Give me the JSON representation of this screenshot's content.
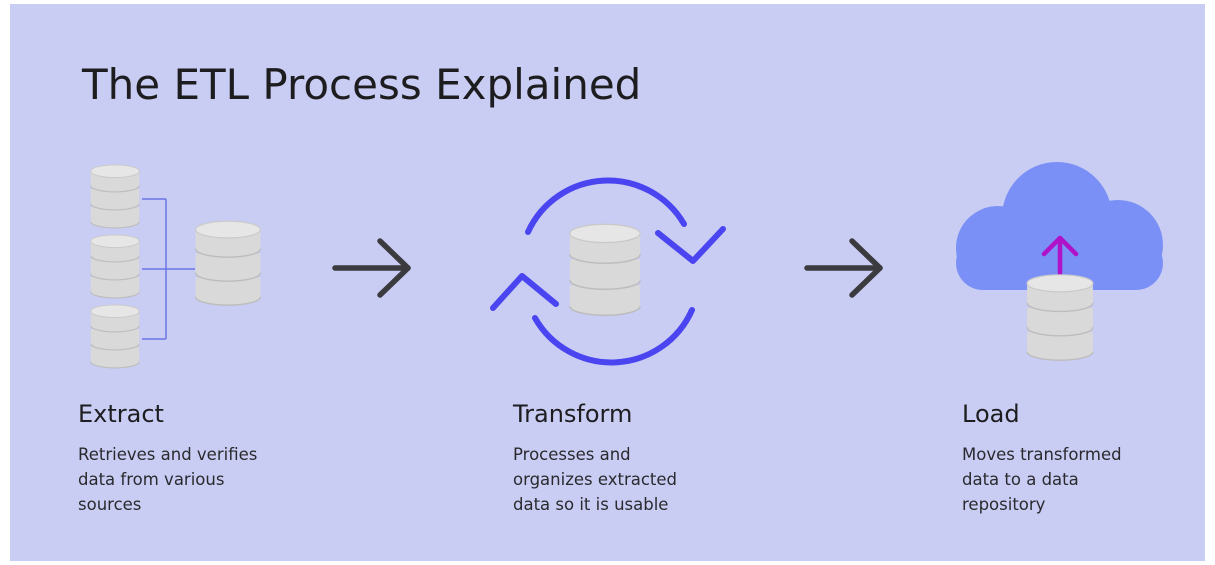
{
  "title": "The ETL Process Explained",
  "steps": [
    {
      "name": "Extract",
      "description_lines": [
        "Retrieves and verifies",
        "data from various",
        "sources"
      ],
      "icon": "database-merge-icon"
    },
    {
      "name": "Transform",
      "description_lines": [
        "Processes and",
        "organizes extracted",
        "data so it is usable"
      ],
      "icon": "database-refresh-icon"
    },
    {
      "name": "Load",
      "description_lines": [
        "Moves transformed",
        "data to a data",
        "repository"
      ],
      "icon": "cloud-upload-database-icon"
    }
  ],
  "colors": {
    "background": "#c9cdf3",
    "database": "#d9d9d9",
    "refresh_arrows": "#4a45f0",
    "cloud": "#7b90f7",
    "upload_arrow": "#b012c8",
    "flow_arrow": "#3b3b3f",
    "connector": "#6b74e8"
  }
}
